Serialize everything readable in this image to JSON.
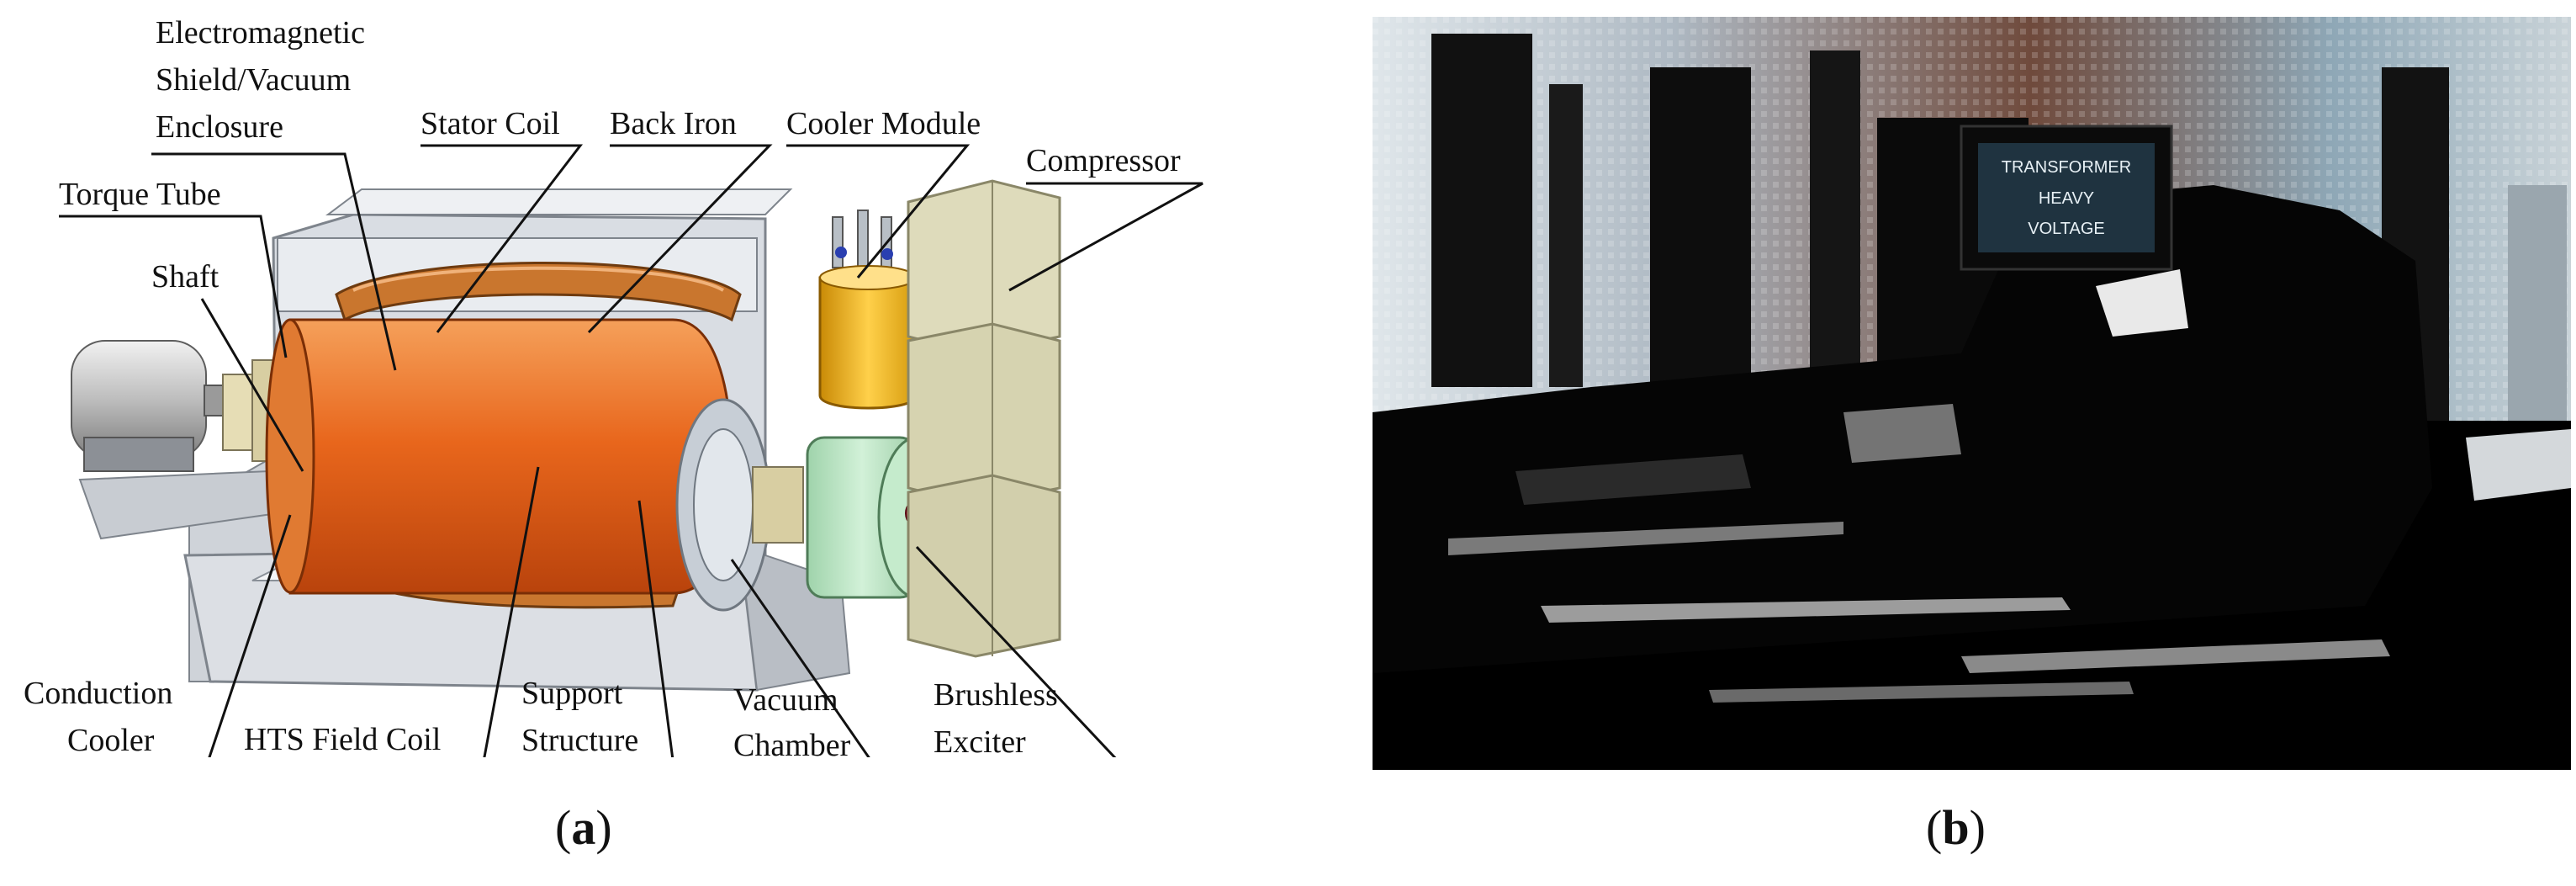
{
  "panel_a": {
    "labels": {
      "em_shield_1": "Electromagnetic",
      "em_shield_2": "Shield/Vacuum",
      "em_shield_3": "Enclosure",
      "stator_coil": "Stator Coil",
      "back_iron": "Back Iron",
      "cooler_module": "Cooler Module",
      "compressor": "Compressor",
      "torque_tube": "Torque Tube",
      "shaft": "Shaft",
      "conduction_cooler_1": "Conduction",
      "conduction_cooler_2": "Cooler",
      "hts_field_coil": "HTS Field Coil",
      "support_structure_1": "Support",
      "support_structure_2": "Structure",
      "vacuum_chamber_1": "Vacuum",
      "vacuum_chamber_2": "Chamber",
      "brushless_exciter_1": "Brushless",
      "brushless_exciter_2": "Exciter"
    },
    "caption_letter": "a",
    "colors": {
      "rotor": "#e8661c",
      "coil": "#c9762e",
      "housing": "#d7dbe1",
      "exciter": "#b9e6c2",
      "compressor": "#d9d6b4",
      "cooler": "#f2b21c"
    }
  },
  "panel_b": {
    "caption_letter": "b",
    "sign_lines": [
      "TRANSFORMER",
      "HEAVY",
      "VOLTAGE"
    ]
  }
}
